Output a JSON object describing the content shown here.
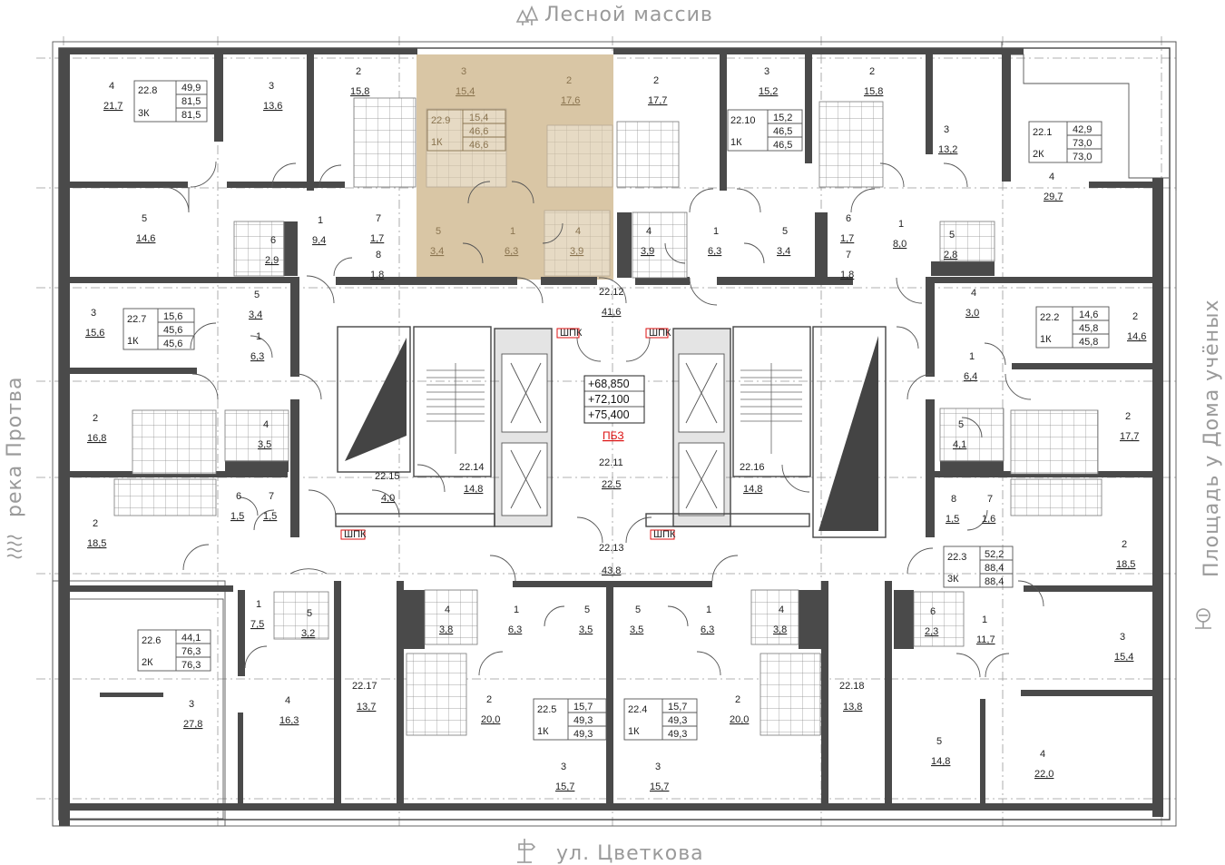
{
  "orientation": {
    "top": "Лесной массив",
    "bottom": "ул. Цветкова",
    "left": "река Протва",
    "right": "Площадь у Дома учёных"
  },
  "core": {
    "elevations": [
      "+68,850",
      "+72,100",
      "+75,400"
    ],
    "pbz_label": "ПБЗ",
    "shk_label": "ШПК",
    "hall_id": "22.11",
    "hall_area": "22,5",
    "corridor_north_id": "22.12",
    "corridor_north_area": "41,6",
    "corridor_south_id": "22.13",
    "corridor_south_area": "43,8",
    "stair_left_id": "22.14",
    "stair_left_area": "14,8",
    "stair_right_id": "22.16",
    "stair_right_area": "14,8",
    "vestibule_id": "22.15",
    "vestibule_area": "4,0",
    "room_1717_id": "22.17",
    "room_1717_area": "13,7",
    "room_1718_id": "22.18",
    "room_1718_area": "13,8"
  },
  "apartments": [
    {
      "id": "22.8",
      "type": "3К",
      "living": "49,9",
      "total": "81,5",
      "total2": "81,5"
    },
    {
      "id": "22.9",
      "type": "1К",
      "living": "15,4",
      "total": "46,6",
      "total2": "46,6",
      "highlighted": true
    },
    {
      "id": "22.10",
      "type": "1К",
      "living": "15,2",
      "total": "46,5",
      "total2": "46,5"
    },
    {
      "id": "22.1",
      "type": "2К",
      "living": "42,9",
      "total": "73,0",
      "total2": "73,0"
    },
    {
      "id": "22.7",
      "type": "1К",
      "living": "15,6",
      "total": "45,6",
      "total2": "45,6"
    },
    {
      "id": "22.2",
      "type": "1К",
      "living": "14,6",
      "total": "45,8",
      "total2": "45,8"
    },
    {
      "id": "22.3",
      "type": "3К",
      "living": "52,2",
      "total": "88,4",
      "total2": "88,4"
    },
    {
      "id": "22.6",
      "type": "2К",
      "living": "44,1",
      "total": "76,3",
      "total2": "76,3"
    },
    {
      "id": "22.5",
      "type": "1К",
      "living": "15,7",
      "total": "49,3",
      "total2": "49,3"
    },
    {
      "id": "22.4",
      "type": "1К",
      "living": "15,7",
      "total": "49,3",
      "total2": "49,3"
    }
  ],
  "rooms": [
    {
      "n": "4",
      "a": "21,7"
    },
    {
      "n": "3",
      "a": "13,6"
    },
    {
      "n": "2",
      "a": "15,8"
    },
    {
      "n": "3",
      "a": "15,4",
      "hl": true
    },
    {
      "n": "2",
      "a": "17,6",
      "hl": true
    },
    {
      "n": "2",
      "a": "17,7"
    },
    {
      "n": "3",
      "a": "15,2"
    },
    {
      "n": "2",
      "a": "15,8"
    },
    {
      "n": "3",
      "a": "13,2"
    },
    {
      "n": "4",
      "a": "29,7"
    },
    {
      "n": "5",
      "a": "14,6"
    },
    {
      "n": "6",
      "a": "2,9"
    },
    {
      "n": "1",
      "a": "9,4"
    },
    {
      "n": "7",
      "a": "1,7"
    },
    {
      "n": "8",
      "a": "1,8"
    },
    {
      "n": "5",
      "a": "3,4",
      "hl": true
    },
    {
      "n": "1",
      "a": "6,3",
      "hl": true
    },
    {
      "n": "4",
      "a": "3,9",
      "hl": true
    },
    {
      "n": "4",
      "a": "3,9"
    },
    {
      "n": "1",
      "a": "6,3"
    },
    {
      "n": "5",
      "a": "3,4"
    },
    {
      "n": "6",
      "a": "1,7"
    },
    {
      "n": "7",
      "a": "1,8"
    },
    {
      "n": "1",
      "a": "8,0"
    },
    {
      "n": "5",
      "a": "2,8"
    },
    {
      "n": "3",
      "a": "15,6"
    },
    {
      "n": "5",
      "a": "3,4"
    },
    {
      "n": "1",
      "a": "6,3"
    },
    {
      "n": "4",
      "a": "3,0"
    },
    {
      "n": "2",
      "a": "14,6"
    },
    {
      "n": "1",
      "a": "6,4"
    },
    {
      "n": "2",
      "a": "16,8"
    },
    {
      "n": "4",
      "a": "3,5"
    },
    {
      "n": "5",
      "a": "4,1"
    },
    {
      "n": "2",
      "a": "17,7"
    },
    {
      "n": "2",
      "a": "18,5"
    },
    {
      "n": "6",
      "a": "1,5"
    },
    {
      "n": "7",
      "a": "1,5"
    },
    {
      "n": "8",
      "a": "1,5"
    },
    {
      "n": "7",
      "a": "1,6"
    },
    {
      "n": "2",
      "a": "18,5"
    },
    {
      "n": "1",
      "a": "7,5"
    },
    {
      "n": "5",
      "a": "3,2"
    },
    {
      "n": "3",
      "a": "27,8"
    },
    {
      "n": "4",
      "a": "16,3"
    },
    {
      "n": "4",
      "a": "3,8"
    },
    {
      "n": "1",
      "a": "6,3"
    },
    {
      "n": "5",
      "a": "3,5"
    },
    {
      "n": "2",
      "a": "20,0"
    },
    {
      "n": "3",
      "a": "15,7"
    },
    {
      "n": "5",
      "a": "3,5"
    },
    {
      "n": "1",
      "a": "6,3"
    },
    {
      "n": "4",
      "a": "3,8"
    },
    {
      "n": "2",
      "a": "20,0"
    },
    {
      "n": "3",
      "a": "15,7"
    },
    {
      "n": "6",
      "a": "2,3"
    },
    {
      "n": "1",
      "a": "11,7"
    },
    {
      "n": "3",
      "a": "15,4"
    },
    {
      "n": "5",
      "a": "14,8"
    },
    {
      "n": "4",
      "a": "22,0"
    }
  ],
  "colors": {
    "highlight": "#d9c6a5",
    "wall": "#4a4a4a",
    "pbz": "#dd1111",
    "side_text": "#9a9a9a"
  }
}
